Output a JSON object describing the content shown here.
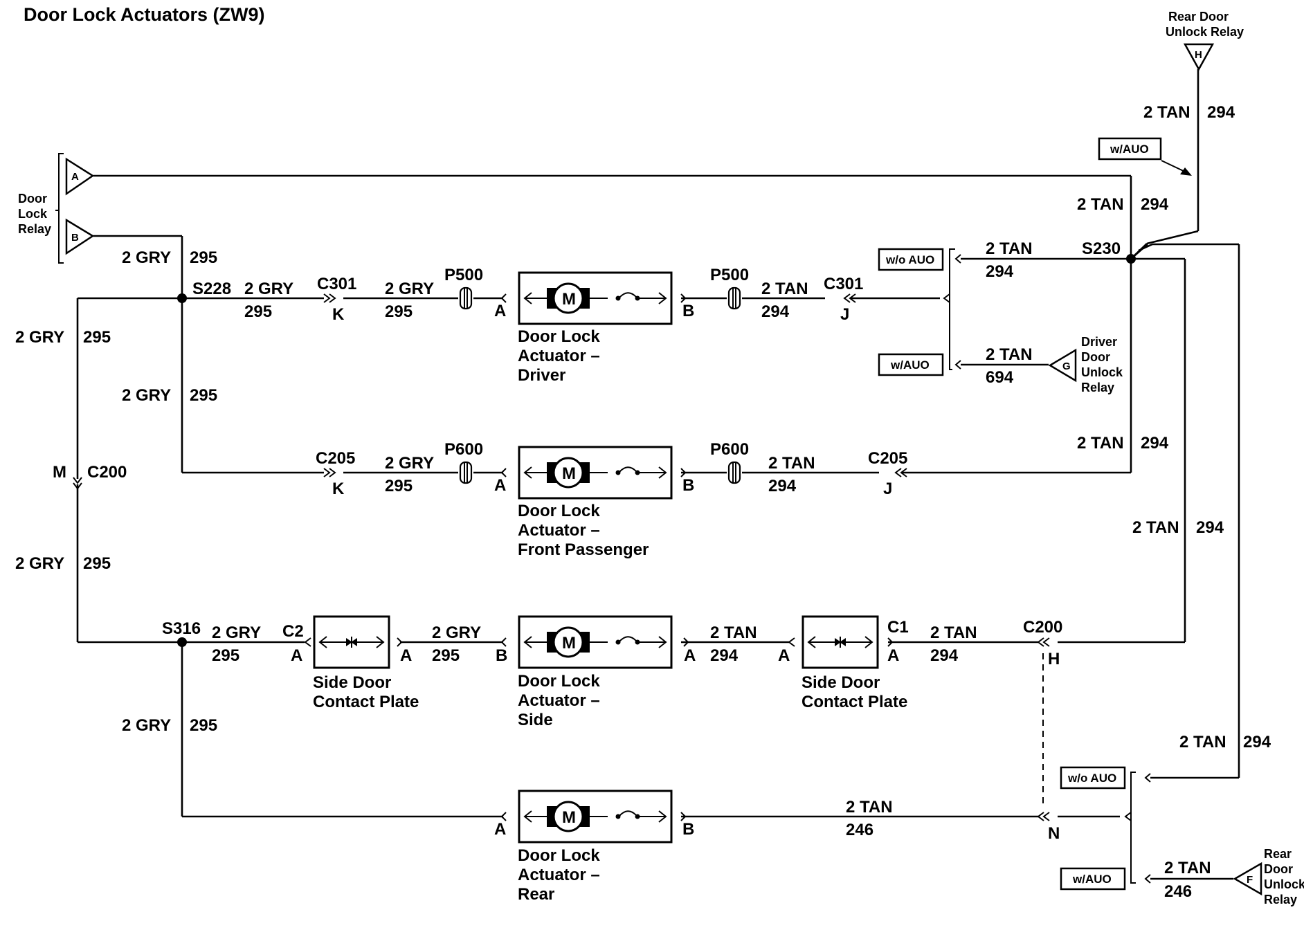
{
  "title": "Door Lock Actuators (ZW9)",
  "relays": {
    "door_lock_relay": [
      "Door",
      "Lock",
      "Relay"
    ],
    "door_lock_relay_pins": [
      "A",
      "B"
    ],
    "rear_door_unlock_relay_top": [
      "Rear Door",
      "Unlock Relay"
    ],
    "rear_door_unlock_relay_top_pin": "H",
    "driver_door_unlock_relay": [
      "Driver",
      "Door",
      "Unlock",
      "Relay"
    ],
    "driver_door_unlock_relay_pin": "G",
    "rear_door_unlock_relay_bottom": [
      "Rear",
      "Door",
      "Unlock",
      "Relay"
    ],
    "rear_door_unlock_relay_bottom_pin": "F"
  },
  "options": {
    "with_auo": "w/AUO",
    "without_auo": "w/o AUO"
  },
  "wires": {
    "gry": "2 GRY",
    "tan": "2 TAN",
    "c295": "295",
    "c294": "294",
    "c694": "694",
    "c246": "246"
  },
  "splices": {
    "s228": "S228",
    "s230": "S230",
    "s316": "S316"
  },
  "connectors": {
    "c301": "C301",
    "c205": "C205",
    "c200": "C200",
    "c1": "C1",
    "c2": "C2",
    "p500": "P500",
    "p600": "P600"
  },
  "pins": {
    "a": "A",
    "b": "B",
    "k": "K",
    "j": "J",
    "m": "M",
    "h": "H",
    "n": "N"
  },
  "motor_symbol": "M",
  "actuators": {
    "driver": [
      "Door Lock",
      "Actuator –",
      "Driver"
    ],
    "front_passenger": [
      "Door Lock",
      "Actuator –",
      "Front Passenger"
    ],
    "side": [
      "Door Lock",
      "Actuator –",
      "Side"
    ],
    "rear": [
      "Door Lock",
      "Actuator –",
      "Rear"
    ]
  },
  "contact_plates": {
    "left": [
      "Side Door",
      "Contact Plate"
    ],
    "right": [
      "Side Door",
      "Contact Plate"
    ]
  }
}
